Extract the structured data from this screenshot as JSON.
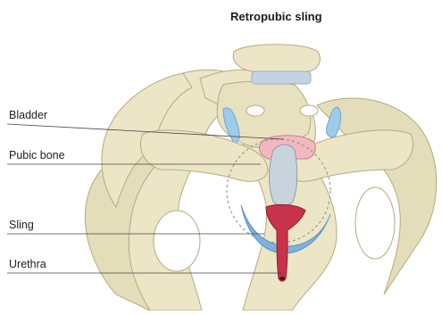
{
  "diagram": {
    "title": "Retropubic sling",
    "labels": {
      "bladder": "Bladder",
      "pubic_bone": "Pubic bone",
      "sling": "Sling",
      "urethra": "Urethra"
    }
  },
  "colors": {
    "bone": "#ece6c6",
    "bone_shadow": "#cfc79e",
    "bone_outline": "#b3aa80",
    "disc": "#c4d2e2",
    "blue_structure": "#9ecbea",
    "sling": "#7fb1dc",
    "urethra": "#c8324a",
    "bladder": "#f2b8c0",
    "leader_line": "#444444"
  }
}
